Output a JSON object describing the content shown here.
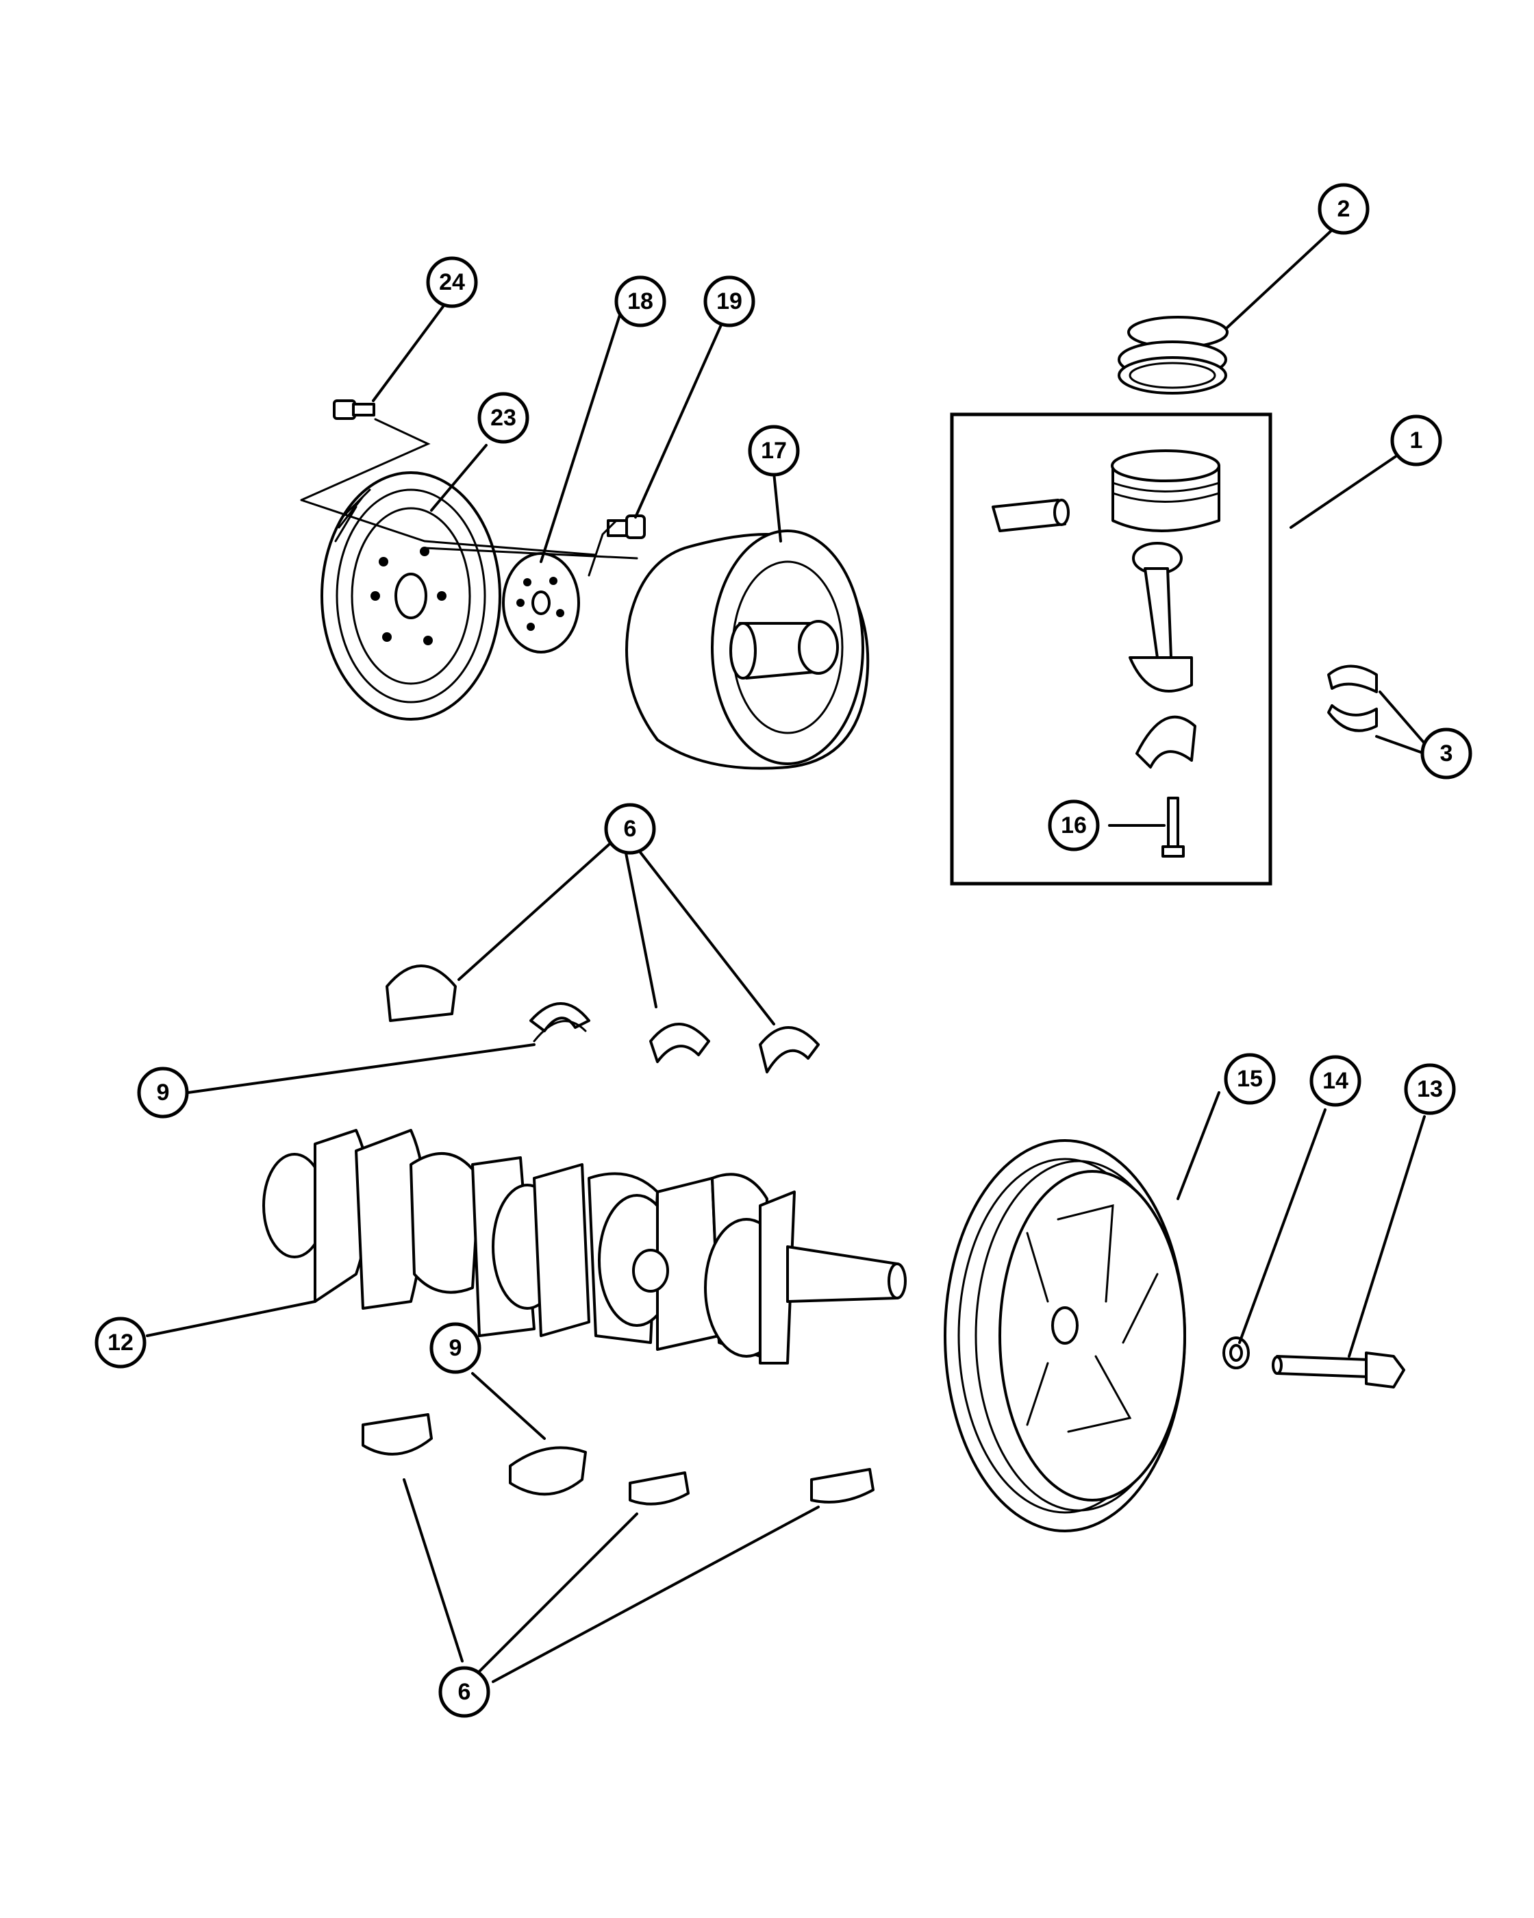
{
  "diagram": {
    "callouts": {
      "c1": "1",
      "c2": "2",
      "c3": "3",
      "c6a": "6",
      "c6b": "6",
      "c9a": "9",
      "c9b": "9",
      "c12": "12",
      "c13": "13",
      "c14": "14",
      "c15": "15",
      "c16": "16",
      "c17": "17",
      "c18": "18",
      "c19": "19",
      "c23": "23",
      "c24": "24"
    }
  }
}
